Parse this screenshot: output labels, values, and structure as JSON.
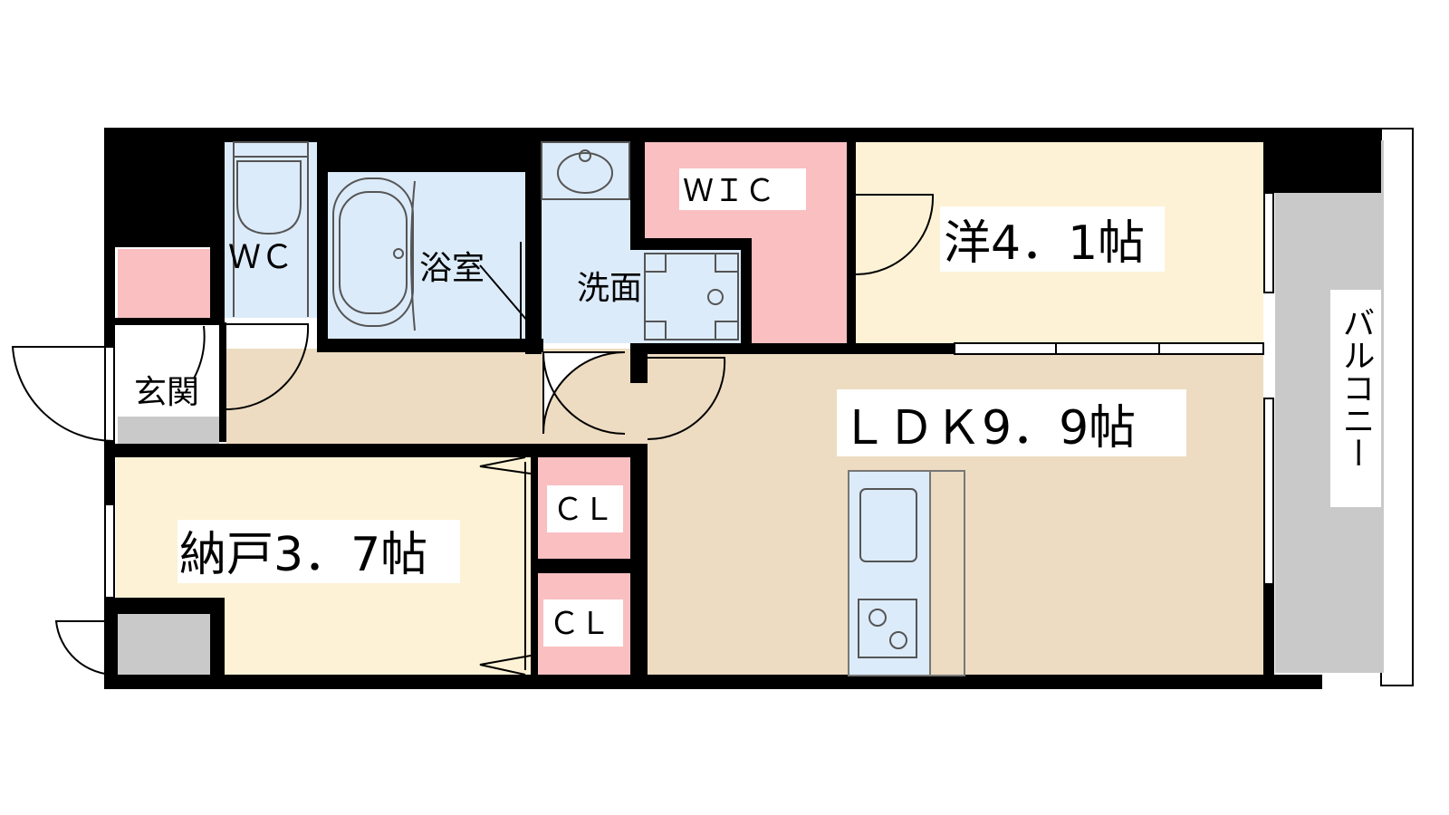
{
  "rooms": {
    "wc": "ＷＣ",
    "bath": "浴室",
    "washroom": "洗面",
    "wic": "ＷＩＣ",
    "western_room": "洋4．1帖",
    "balcony": "バルコニー",
    "entrance": "玄関",
    "ldk": "ＬＤＫ9．9帖",
    "storage_room": "納戸3．7帖",
    "closet_upper": "ＣＬ",
    "closet_lower": "ＣＬ"
  },
  "colors": {
    "wall": "#000000",
    "corridor": "#eddcc1",
    "ldk": "#eddcc1",
    "western_room": "#fdf2d5",
    "storage_room": "#fdf2d5",
    "wet_area": "#dcebfa",
    "closet": "#f9bfc1",
    "balcony": "#c9c9c9",
    "entrance_floor": "#c9c9c9"
  }
}
